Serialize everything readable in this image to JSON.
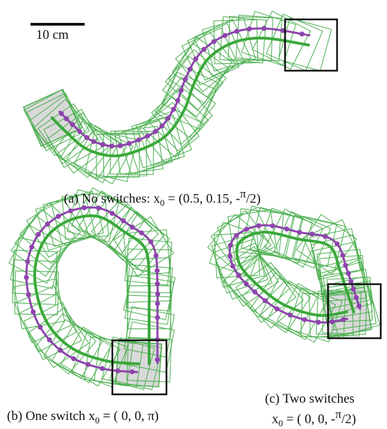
{
  "scale_bar": {
    "label": "10 cm"
  },
  "panel_a": {
    "caption_prefix": "(a) No switches:  x",
    "caption_sub": "0",
    "caption_mid": " = (0.5, 0.15, -",
    "caption_pi": "π",
    "caption_den": "/2)"
  },
  "panel_b": {
    "caption_prefix": "(b) One switch  x",
    "caption_sub": "0",
    "caption_rest": " = ( 0, 0, π)"
  },
  "panel_c": {
    "caption_line1": "(c) Two switches",
    "caption_prefix": "x",
    "caption_sub": "0",
    "caption_mid": " = ( 0, 0, -",
    "caption_pi": "π",
    "caption_den": "/2)"
  },
  "colors": {
    "box": "#4caf50",
    "path": "#3aa83a",
    "arrow": "#8e44ad",
    "goal": "#111111",
    "start_fill": "#d9d9d9"
  }
}
